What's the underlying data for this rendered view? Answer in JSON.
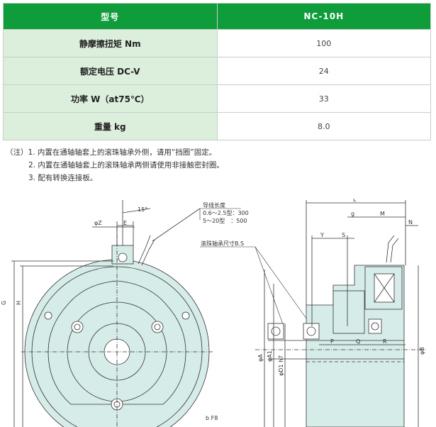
{
  "table": {
    "header": [
      "型号",
      "NC-10H"
    ],
    "rows": [
      {
        "label": "静摩擦扭矩 Nm",
        "value": "100"
      },
      {
        "label": "额定电压 DC-V",
        "value": "24"
      },
      {
        "label": "功率 W（at75℃）",
        "value": "33"
      },
      {
        "label": "重量 kg",
        "value": "8.0"
      }
    ]
  },
  "notes": [
    "（注）1. 内置在通轴轴套上的滚珠轴承外侧，请用“挡圈”固定。",
    "2. 内置在通轴轴套上的滚珠轴承两侧请使用非接触密封圈。",
    "3. 配有转换连接板。"
  ],
  "drawing": {
    "angle": "15°",
    "lead_title": "导线长度",
    "lead_line1": "0.6～2.5型：300",
    "lead_line2": "5～20型　：500",
    "bearing_label": "滚珠轴承尺寸B.S",
    "labels": {
      "phiZ": "φZ",
      "E": "E",
      "G": "G",
      "H": "H",
      "L": "L",
      "g": "g",
      "M": "M",
      "N": "N",
      "Y": "Y",
      "S": "S",
      "P": "P",
      "Q": "Q",
      "R": "R",
      "phiA": "φA",
      "phiA1": "φA1",
      "phiD": "φD1 h7",
      "phiB": "φB",
      "bf8": "b F8"
    },
    "colors": {
      "fill": "#d6ece8",
      "line": "#333333"
    }
  }
}
